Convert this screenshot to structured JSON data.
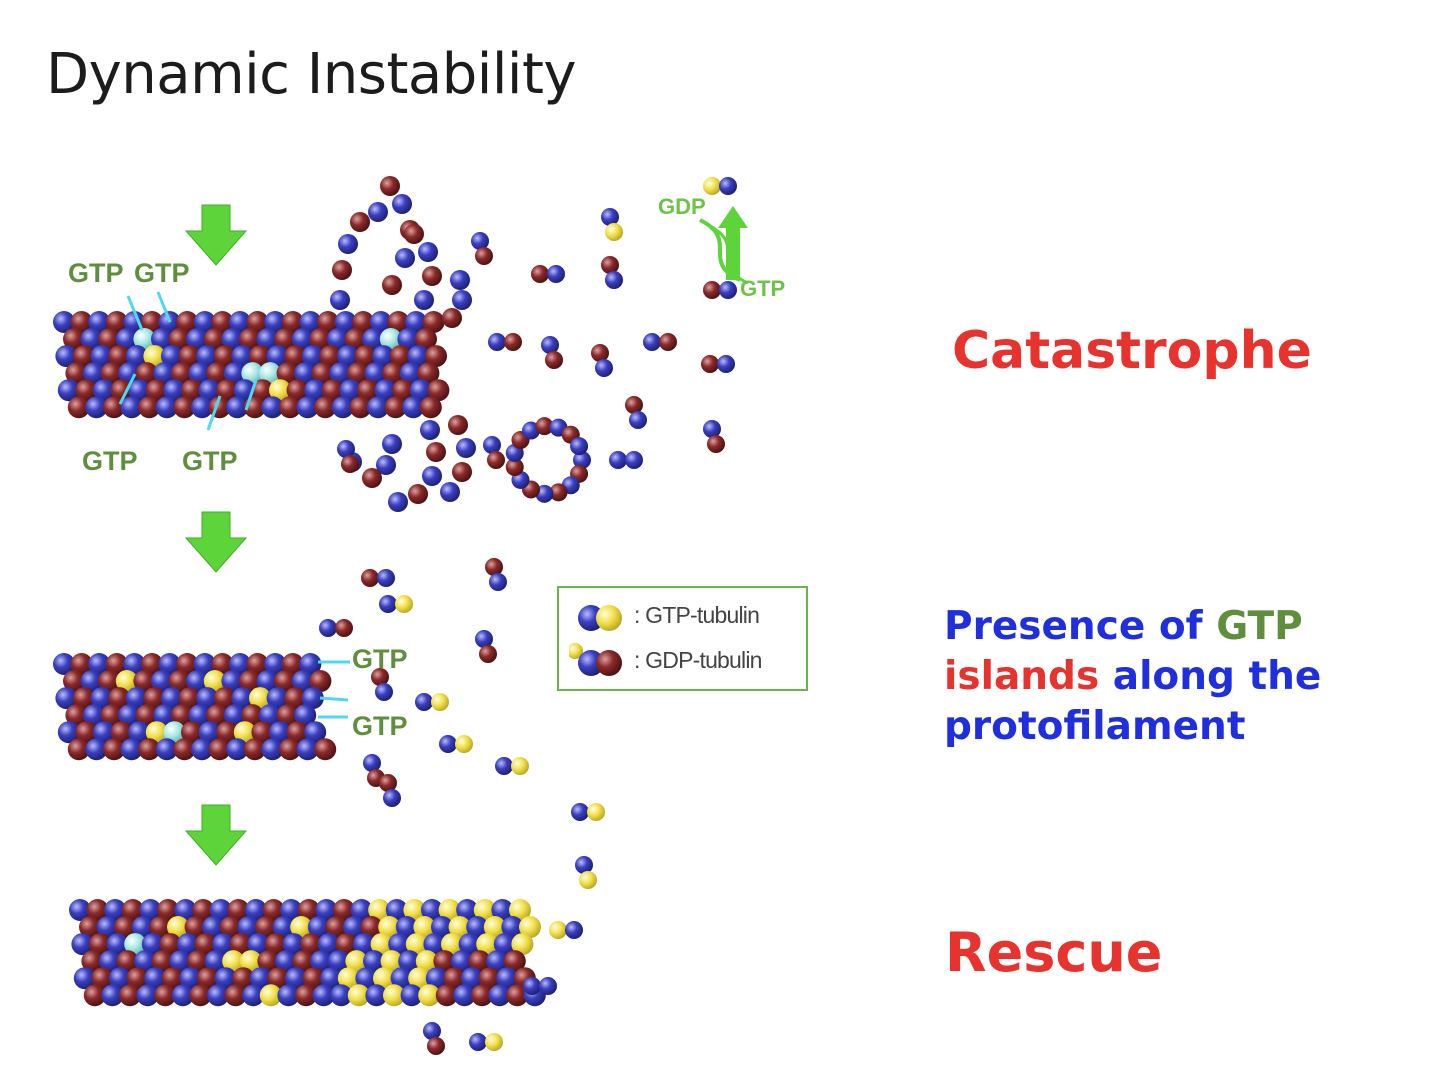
{
  "title": "Dynamic Instability",
  "labels": {
    "catastrophe": "Catastrophe",
    "presence_a": "Presence of",
    "presence_b": "GTP",
    "presence_c": "islands",
    "presence_d": "along the",
    "presence_e": "protofilament",
    "rescue": "Rescue"
  },
  "diagram_labels": {
    "gtp": "GTP",
    "gdp": "GDP"
  },
  "legend": {
    "gtp_tubulin": ": GTP-tubulin",
    "gdp_tubulin": ": GDP-tubulin"
  },
  "colors": {
    "catastrophe": "#e8322e",
    "rescue": "#e8322e",
    "blue_text": "#1f2fe0",
    "red_text": "#e8322e",
    "green_text": "#5f8f3d",
    "arrow_green": "#5cd43a",
    "alpha_blue": "#3a3fc0",
    "beta_red": "#8a2a2a",
    "gtp_yellow": "#f2e04a",
    "gtp_cyan": "#9fe3df"
  }
}
